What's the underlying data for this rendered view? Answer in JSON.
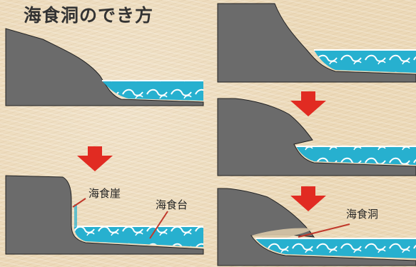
{
  "title": "海食洞のでき方",
  "labels": {
    "sea_cliff": "海食崖",
    "wave_cut_platform": "海食台",
    "sea_cave": "海食洞"
  },
  "colors": {
    "rock": "#6b6b6b",
    "rock_edge": "#222222",
    "sea": "#27b0cf",
    "wave": "#ffffff",
    "arrow": "#e12b22",
    "callout_line": "#c0392b"
  }
}
